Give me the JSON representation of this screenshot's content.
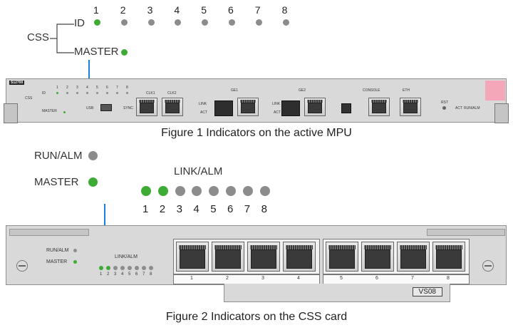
{
  "figure1": {
    "css_label": "CSS",
    "id_label": "ID",
    "master_label": "MASTER",
    "indicator_numbers": [
      "1",
      "2",
      "3",
      "4",
      "5",
      "6",
      "7",
      "8"
    ],
    "id_lit_count": 1,
    "caption": "Figure 1  Indicators on the active MPU",
    "board": {
      "model": "S12700",
      "css": "CSS",
      "id": "ID",
      "master": "MASTER",
      "usb": "USB",
      "sync": "SYNC",
      "clk1": "CLK1",
      "clk2": "CLK2",
      "ge1": "GE1",
      "ge2": "GE2",
      "link": "LINK",
      "act": "ACT",
      "console": "CONSOLE",
      "eth": "ETH",
      "rst": "RST",
      "run_alm": "RUN/ALM",
      "mini_numbers": [
        "1",
        "2",
        "3",
        "4",
        "5",
        "6",
        "7",
        "8"
      ]
    }
  },
  "figure2": {
    "run_alm_label": "RUN/ALM",
    "master_label": "MASTER",
    "link_alm_label": "LINK/ALM",
    "indicator_numbers": [
      "1",
      "2",
      "3",
      "4",
      "5",
      "6",
      "7",
      "8"
    ],
    "link_lit_count": 2,
    "caption": "Figure 2  Indicators on the CSS card",
    "card": {
      "run_alm": "RUN/ALM",
      "master": "MASTER",
      "link_alm": "LINK/ALM",
      "mini_numbers": [
        "1",
        "2",
        "3",
        "4",
        "5",
        "6",
        "7",
        "8"
      ],
      "port_numbers": [
        "1",
        "2",
        "3",
        "4",
        "5",
        "6",
        "7",
        "8"
      ],
      "model": "VS08"
    }
  },
  "colors": {
    "led_green": "#3eab35",
    "led_gray": "#8c8c8c",
    "callout_blue": "#1a7fd4",
    "panel_gray": "#d9d9d9",
    "pink_accent": "#f4a7b9"
  }
}
